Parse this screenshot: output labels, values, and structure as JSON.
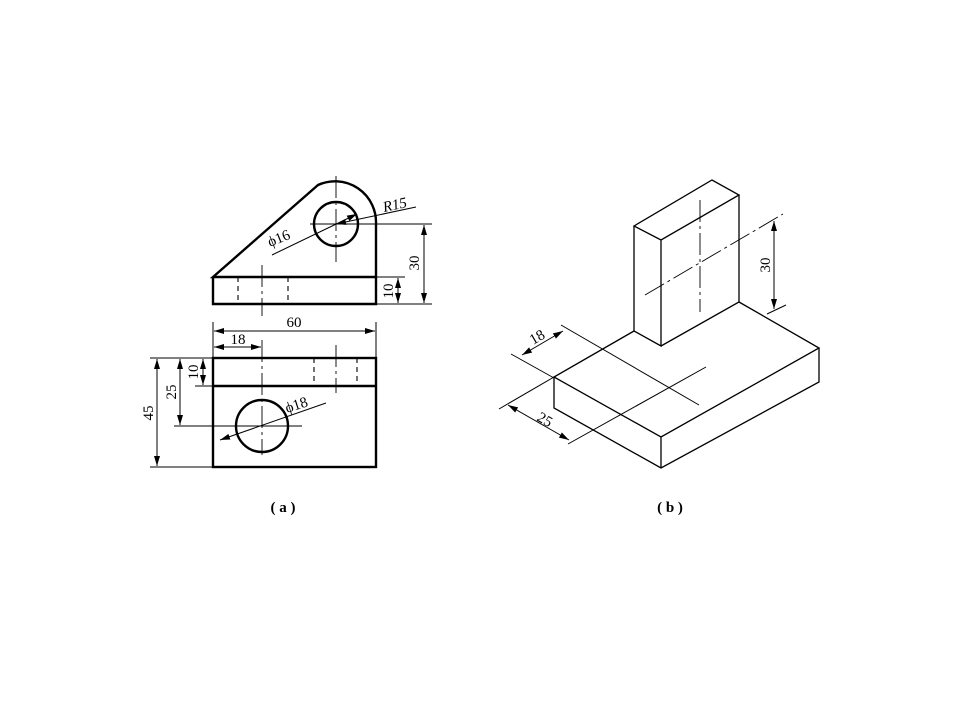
{
  "figure_a": {
    "caption": "( a )",
    "front_view": {
      "dim_hole": "ϕ16",
      "dim_radius": "R15",
      "dim_height": "30",
      "dim_base": "10"
    },
    "top_view": {
      "dim_width": "60",
      "dim_offset": "18",
      "dim_depth": "45",
      "dim_hole_pos": "25",
      "dim_wall": "10",
      "dim_hole": "ϕ18"
    }
  },
  "figure_b": {
    "caption": "( b )",
    "dim_height": "30",
    "dim_offset": "18",
    "dim_depth": "25"
  },
  "colors": {
    "line": "#000000",
    "background": "#ffffff"
  }
}
